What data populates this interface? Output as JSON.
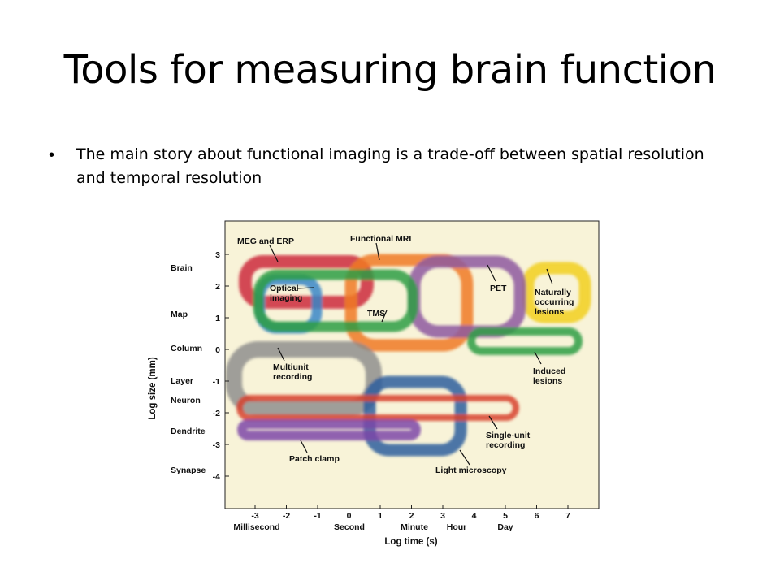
{
  "slide": {
    "title": "Tools for measuring brain function",
    "bullet": "The main story about functional imaging is a trade-off between spatial resolution and temporal resolution"
  },
  "figure": {
    "y_axis_label": "Log size (mm)",
    "x_axis_label": "Log time (s)",
    "y_ticks": [
      "3",
      "2",
      "1",
      "0",
      "-1",
      "-2",
      "-3",
      "-4"
    ],
    "x_ticks": [
      "-3",
      "-2",
      "-1",
      "0",
      "1",
      "2",
      "3",
      "4",
      "5",
      "6",
      "7"
    ],
    "y_scale_labels": {
      "brain": "Brain",
      "map": "Map",
      "column": "Column",
      "layer": "Layer",
      "neuron": "Neuron",
      "dendrite": "Dendrite",
      "synapse": "Synapse"
    },
    "x_scale_labels": {
      "millisecond": "Millisecond",
      "second": "Second",
      "minute": "Minute",
      "hour": "Hour",
      "day": "Day"
    },
    "techniques": {
      "meg_erp": "MEG and ERP",
      "fmri": "Functional MRI",
      "optical_line1": "Optical",
      "optical_line2": "imaging",
      "pet": "PET",
      "lesions_line1": "Naturally",
      "lesions_line2": "occurring",
      "lesions_line3": "lesions",
      "tms": "TMS",
      "multiunit_line1": "Multiunit",
      "multiunit_line2": "recording",
      "induced_line1": "Induced",
      "induced_line2": "lesions",
      "single_line1": "Single-unit",
      "single_line2": "recording",
      "patch_clamp": "Patch clamp",
      "light_microscopy": "Light microscopy"
    },
    "colors": {
      "background": "#f8f3d8",
      "meg_erp": "#cc2a3c",
      "fmri": "#f07a26",
      "optical": "#3a86c8",
      "tms": "#2e9e44",
      "pet": "#8e5aa0",
      "lesions": "#f2d12a",
      "induced": "#2e9e44",
      "multiunit": "#8a8a8a",
      "single_unit": "#d8422e",
      "light_microscopy": "#2e5f9e",
      "patch_clamp": "#7e48a8"
    }
  }
}
